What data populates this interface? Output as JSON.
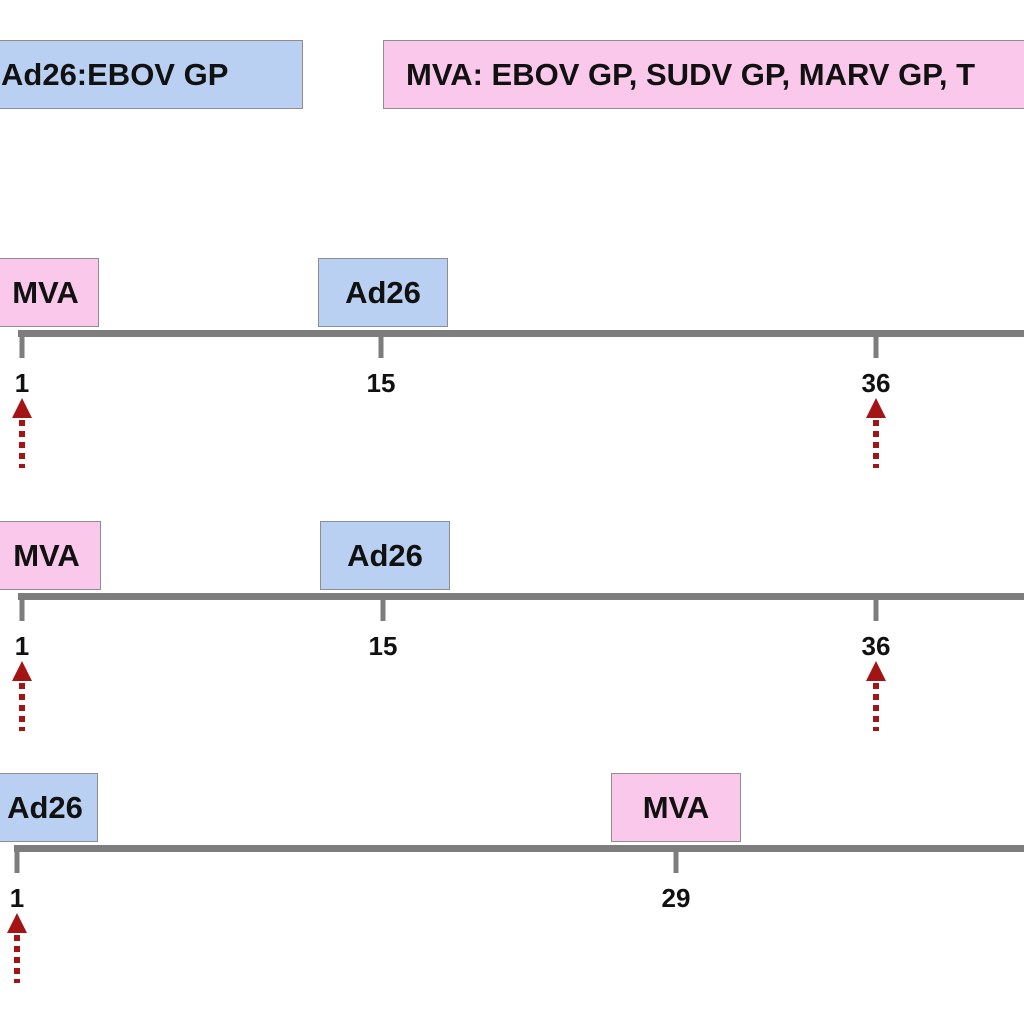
{
  "legend": {
    "ad26": {
      "text": "Ad26:EBOV GP",
      "color": "#b9d0f2"
    },
    "mva": {
      "text": "MVA: EBOV GP, SUDV GP, MARV GP, T",
      "color": "#f9c8ea"
    }
  },
  "timelines": [
    {
      "boxes": [
        {
          "label": "MVA",
          "color": "pink"
        },
        {
          "label": "Ad26",
          "color": "blue"
        }
      ],
      "ticks": [
        "1",
        "15",
        "36"
      ],
      "arrows": [
        "1",
        "36"
      ]
    },
    {
      "boxes": [
        {
          "label": "MVA",
          "color": "pink"
        },
        {
          "label": "Ad26",
          "color": "blue"
        }
      ],
      "ticks": [
        "1",
        "15",
        "36"
      ],
      "arrows": [
        "1",
        "36"
      ]
    },
    {
      "boxes": [
        {
          "label": "Ad26",
          "color": "blue"
        },
        {
          "label": "MVA",
          "color": "pink"
        }
      ],
      "ticks": [
        "1",
        "29"
      ],
      "arrows": [
        "1"
      ]
    }
  ],
  "colors": {
    "axis": "#7d7d7d",
    "arrow": "#a31414",
    "box_border": "#8e8e8e"
  }
}
